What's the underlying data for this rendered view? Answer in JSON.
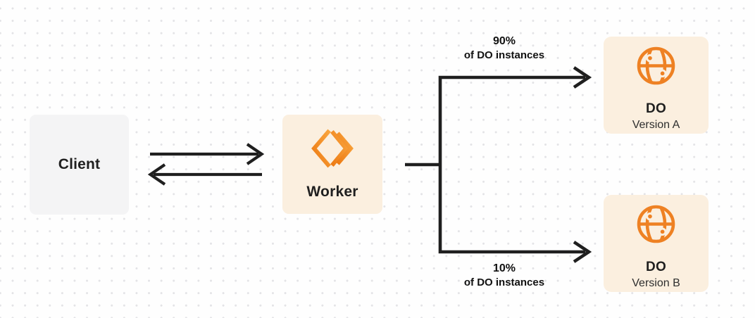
{
  "diagram": {
    "client": {
      "label": "Client"
    },
    "worker": {
      "label": "Worker"
    },
    "branches": [
      {
        "percent": "90%",
        "caption": "of DO instances"
      },
      {
        "percent": "10%",
        "caption": "of DO instances"
      }
    ],
    "targets": [
      {
        "title": "DO",
        "subtitle": "Version A"
      },
      {
        "title": "DO",
        "subtitle": "Version B"
      }
    ],
    "colors": {
      "accent_orange": "#F28A1F",
      "peach_node_bg": "#FBEFDF",
      "client_node_bg": "#F4F4F5",
      "connector_dark": "#1F1F1F",
      "dot_grid": "#E3E3E6"
    },
    "icons": {
      "worker": "cloudflare-workers-icon",
      "durable_object": "globe-icon"
    }
  }
}
